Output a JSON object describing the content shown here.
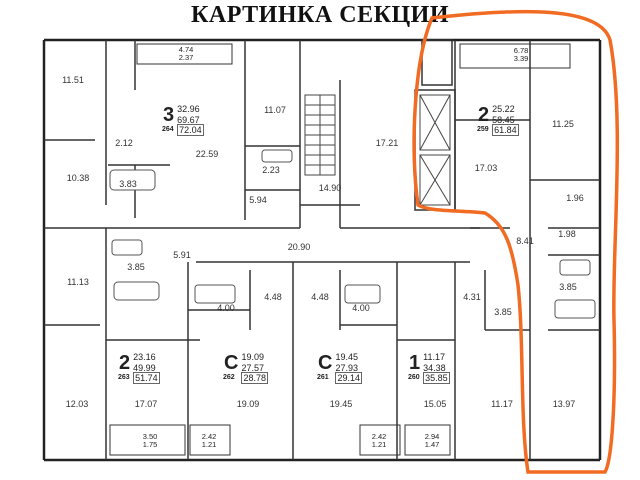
{
  "title": "КАРТИНКА СЕКЦИИ",
  "highlight_color": "#f26b22",
  "rooms": {
    "r1151": "11.51",
    "r1038": "10.38",
    "r383a": "3.83",
    "r212": "2.12",
    "r2259": "22.59",
    "r1107": "11.07",
    "r223": "2.23",
    "r594": "5.94",
    "r1490": "14.90",
    "r1721": "17.21",
    "r1703": "17.03",
    "r1125": "11.25",
    "r196": "1.96",
    "r198": "1.98",
    "r841": "8.41",
    "r591": "5.91",
    "r2090": "20.90",
    "r1113": "11.13",
    "r385a": "3.85",
    "r448a": "4.48",
    "r448b": "4.48",
    "r400a": "4.00",
    "r400b": "4.00",
    "r431": "4.31",
    "r385b": "3.85",
    "r385c": "3.85",
    "r1203": "12.03",
    "r1707": "17.07",
    "r1909": "19.09",
    "r1945": "19.45",
    "r1505": "15.05",
    "r1117": "11.17",
    "r1397": "13.97"
  },
  "balconies": {
    "b_top_left": {
      "a": "4.74",
      "b": "2.37"
    },
    "b_top_right": {
      "a": "6.78",
      "b": "3.39"
    },
    "b_bot_1": {
      "a": "3.50",
      "b": "1.75"
    },
    "b_bot_2": {
      "a": "2.42",
      "b": "1.21"
    },
    "b_bot_3": {
      "a": "2.42",
      "b": "1.21"
    },
    "b_bot_4": {
      "a": "2.94",
      "b": "1.47"
    }
  },
  "apartments": {
    "a264": {
      "rooms": "3",
      "id": "264",
      "v1": "32.96",
      "v2": "69.67",
      "v3": "72.04"
    },
    "a259": {
      "rooms": "2",
      "id": "259",
      "v1": "25.22",
      "v2": "58.45",
      "v3": "61.84"
    },
    "a263": {
      "rooms": "2",
      "id": "263",
      "v1": "23.16",
      "v2": "49.99",
      "v3": "51.74"
    },
    "a262": {
      "rooms": "С",
      "id": "262",
      "v1": "19.09",
      "v2": "27.57",
      "v3": "28.78"
    },
    "a261": {
      "rooms": "С",
      "id": "261",
      "v1": "19.45",
      "v2": "27.93",
      "v3": "29.14"
    },
    "a260": {
      "rooms": "1",
      "id": "260",
      "v1": "11.17",
      "v2": "34.38",
      "v3": "35.85"
    }
  }
}
